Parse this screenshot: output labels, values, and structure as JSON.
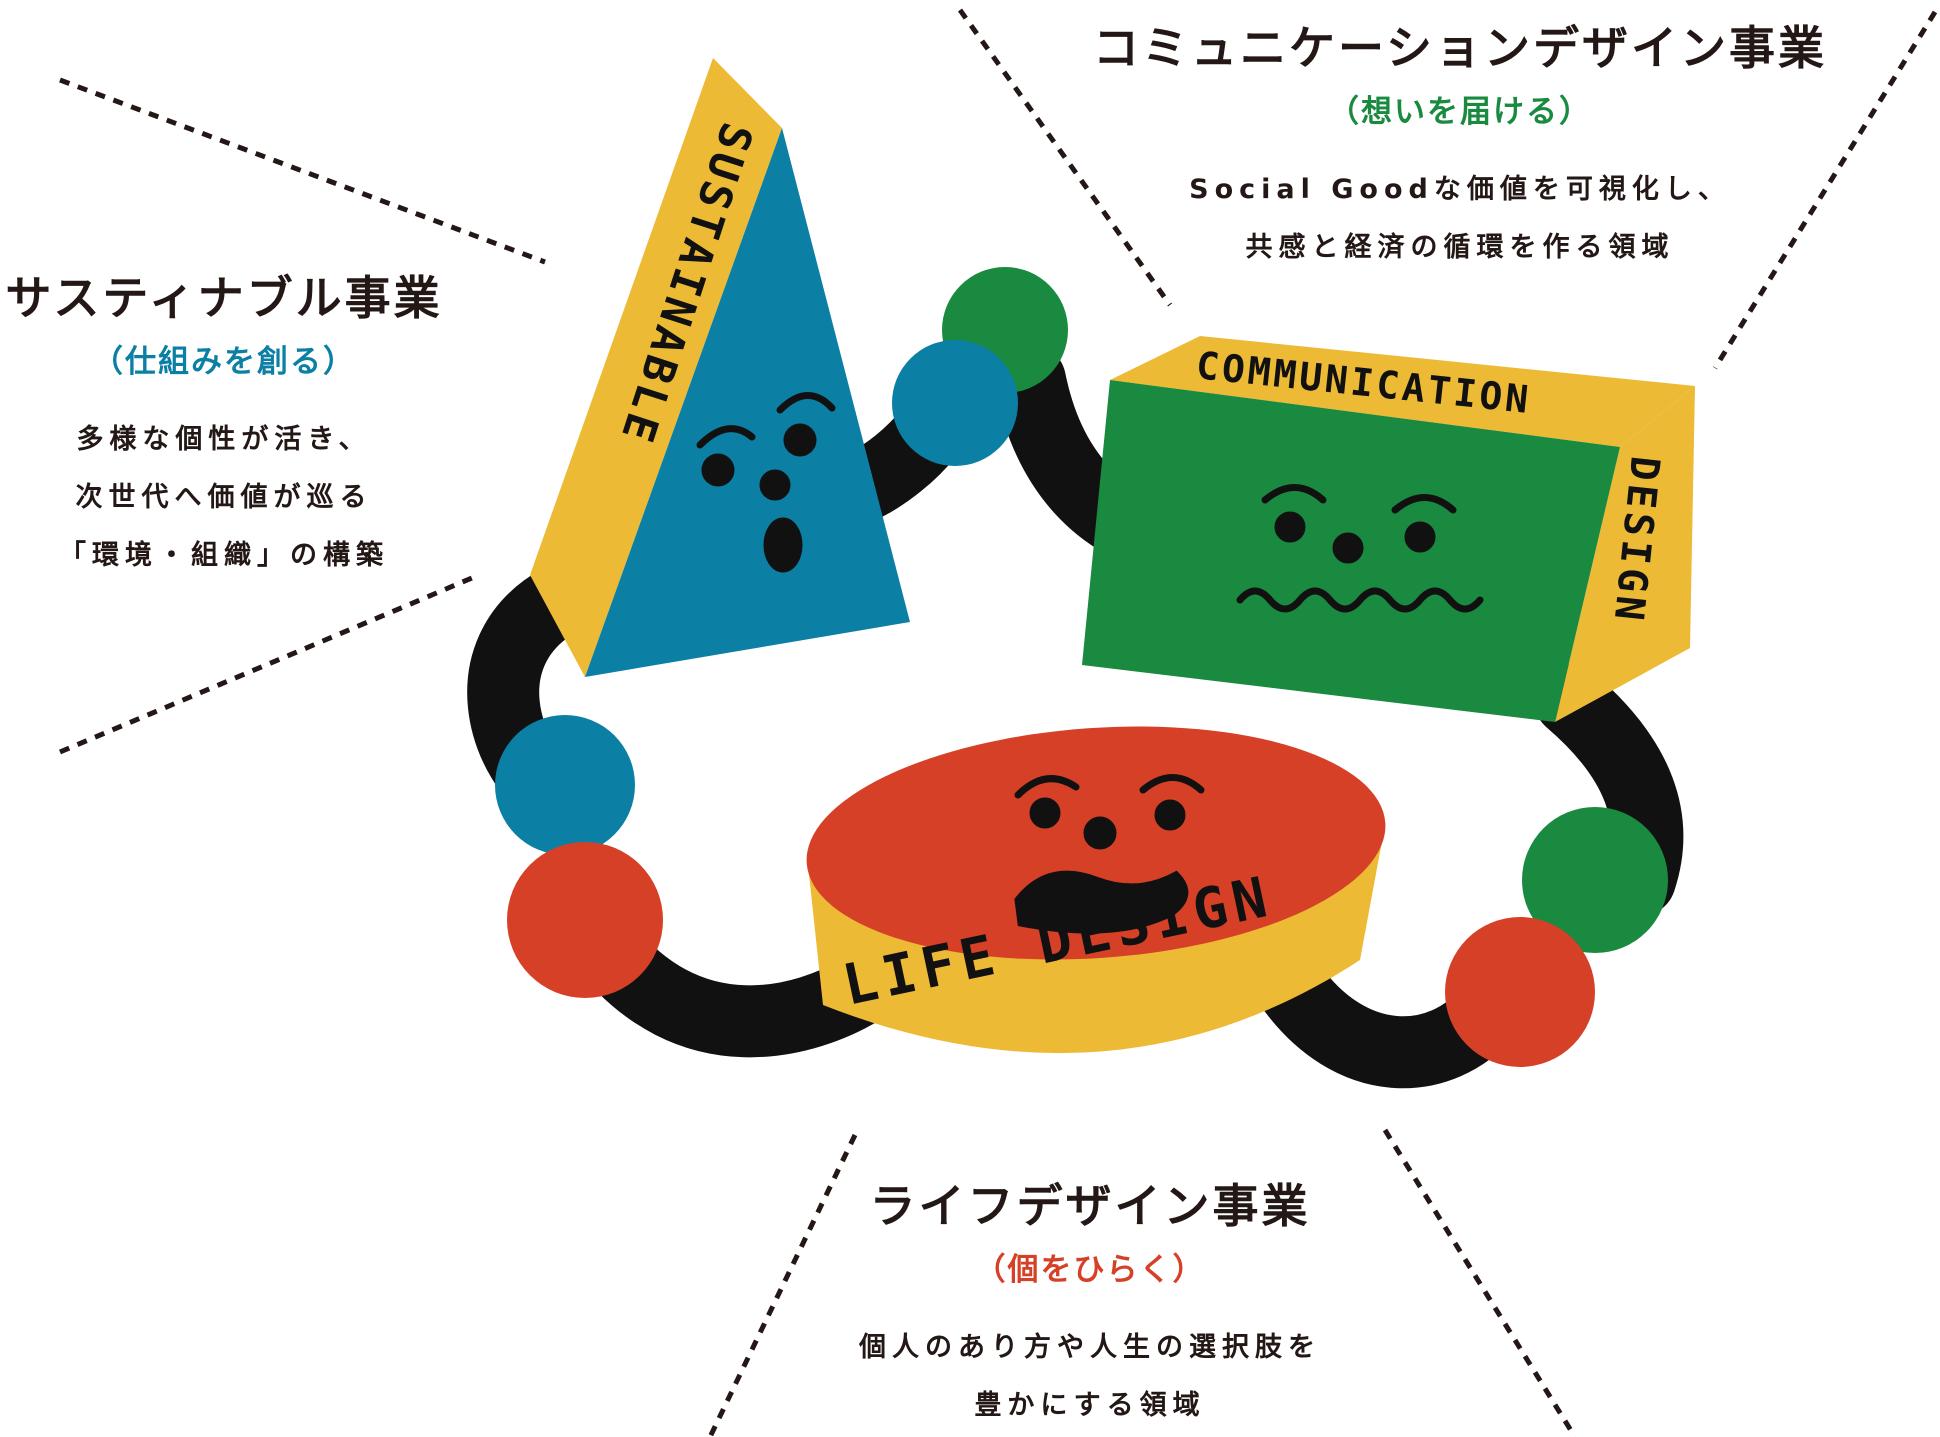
{
  "sections": {
    "sustainable": {
      "title": "サスティナブル事業",
      "subtitle": "（仕組みを創る）",
      "lines": [
        "多様な個性が活き、",
        "次世代へ価値が巡る",
        "「環境・組織」の構築"
      ],
      "color": "#0b7fa4"
    },
    "communication": {
      "title": "コミュニケーションデザイン事業",
      "subtitle": "（想いを届ける）",
      "lines": [
        "Social Goodな価値を可視化し、",
        "共感と経済の循環を作る領域"
      ],
      "color": "#1a8a40"
    },
    "life": {
      "title": "ライフデザイン事業",
      "subtitle": "（個をひらく）",
      "lines": [
        "個人のあり方や人生の選択肢を",
        "豊かにする領域"
      ],
      "color": "#d64026"
    }
  },
  "illustration": {
    "pyramid_label": "SUSTAINABLE",
    "box_label_top": "COMMUNICATION",
    "box_label_side": "DESIGN",
    "cylinder_label": "LIFE DESIGN",
    "colors": {
      "yellow": "#edba35",
      "blue": "#0b7fa4",
      "green": "#1a8a40",
      "red": "#d64026",
      "black": "#111111"
    }
  }
}
